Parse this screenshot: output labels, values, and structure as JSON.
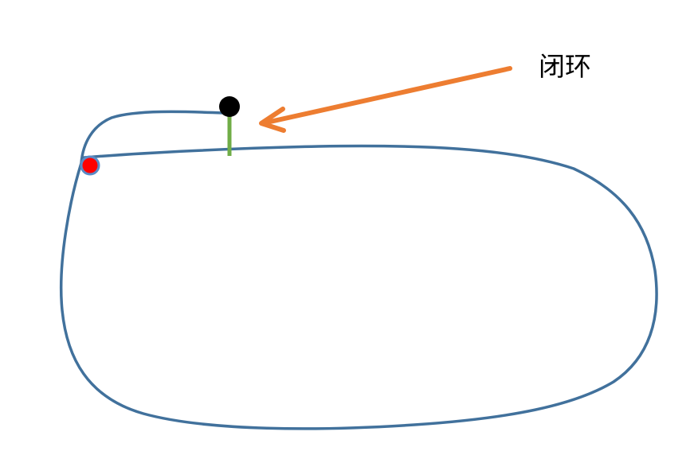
{
  "annotation": {
    "label": "闭环"
  },
  "colors": {
    "path": "#41719c",
    "arrow": "#ed7d31",
    "connector": "#70ad47",
    "endpoint": "#000000",
    "start_point_fill": "#ff0000",
    "start_point_ring": "#5b8bc6"
  },
  "icons": {
    "start_point": "red-dot",
    "end_point": "black-dot",
    "pointer": "arrow-left"
  }
}
